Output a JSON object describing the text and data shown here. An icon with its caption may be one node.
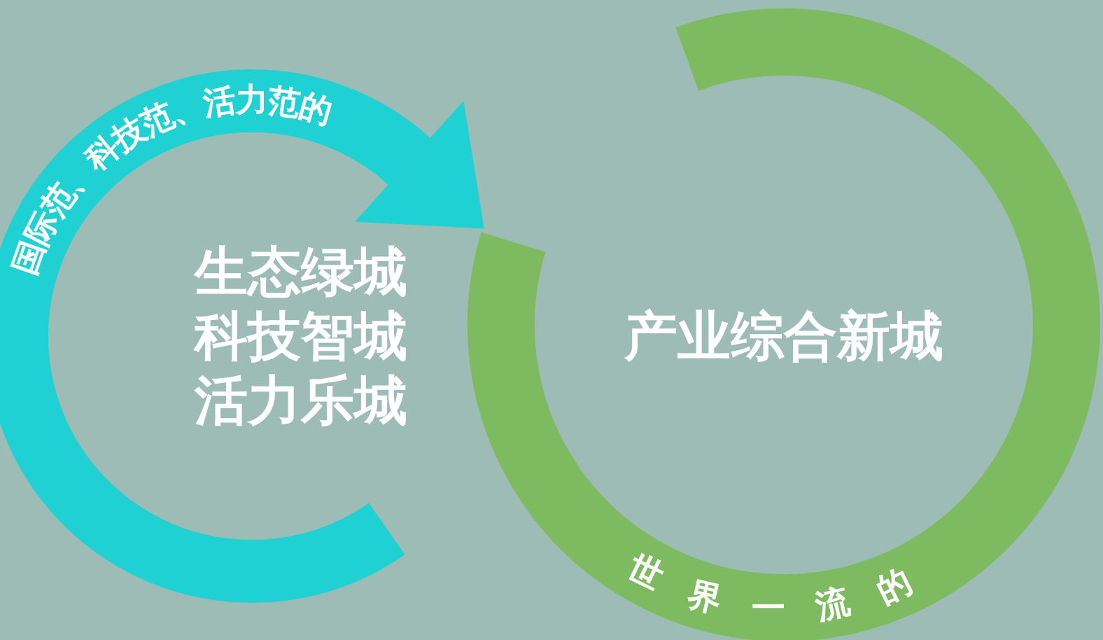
{
  "diagram": {
    "nodes": [
      {
        "text": [
          "国际范、科技范、活力范的",
          "生态绿城",
          "科技智城",
          "活力乐城"
        ]
      },
      {
        "text": [
          "产业综合新城",
          "世界一流的"
        ]
      }
    ]
  }
}
